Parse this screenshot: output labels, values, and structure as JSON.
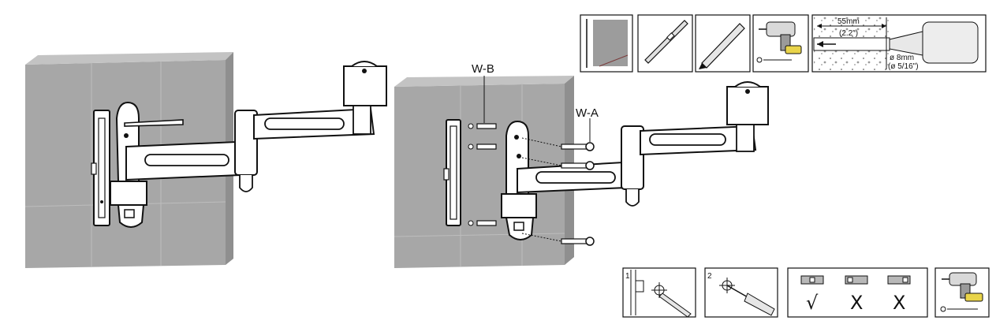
{
  "labels": {
    "screw_label": "W-A",
    "anchor_label": "W-B"
  },
  "drill_spec": {
    "depth_mm": "55mm",
    "depth_in": "(2.2\")",
    "diameter_mm": "ø 8mm",
    "diameter_in": "(ø 5/16\")"
  },
  "steps": {
    "step1": "1",
    "step2": "2"
  },
  "level_check": {
    "ok_mark": "√",
    "bad_mark_1": "X",
    "bad_mark_2": "X"
  },
  "icons": [
    "wall-icon",
    "level-icon",
    "pencil-icon",
    "drill-icon",
    "drill-depth-icon",
    "mark-hole-icon",
    "drill-hole-icon",
    "level-check-icon",
    "screwdriver-drill-icon"
  ],
  "colors": {
    "wall": "#a7a7a7",
    "wall_side": "#8f8f8f",
    "wall_top": "#c3c3c3",
    "line": "#111111",
    "drill_yellow": "#e9d44a"
  }
}
